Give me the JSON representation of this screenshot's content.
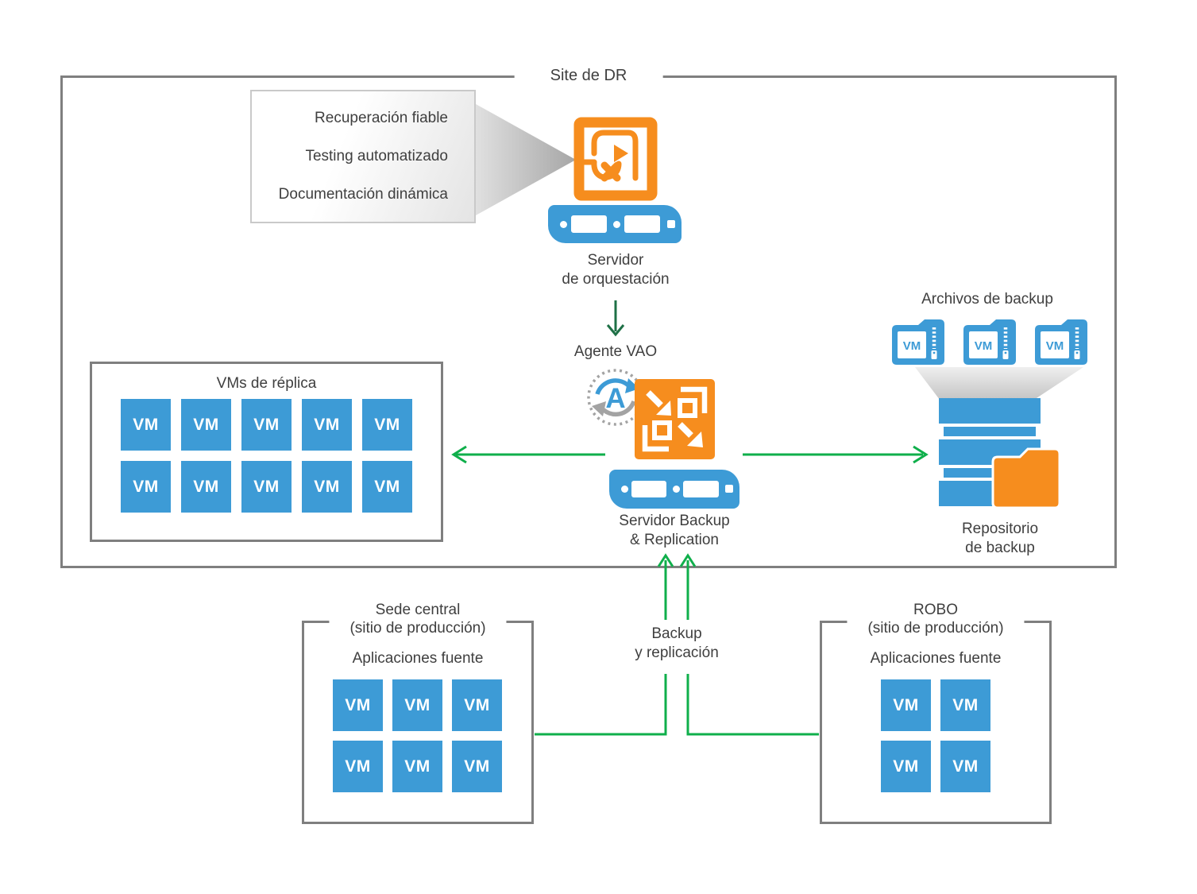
{
  "colors": {
    "blue": "#3D9BD6",
    "orange": "#F68D1E",
    "green": "#0FAF4B",
    "green-dark": "#1E7046",
    "border-gray": "#7F7F7F",
    "text": "#3F3F3F",
    "badge-gray": "#A3A3A3"
  },
  "labels": {
    "vm": "VM"
  },
  "dr_site": {
    "title": "Site de DR",
    "callout_items": [
      "Recuperación fiable",
      "Testing automatizado",
      "Documentación dinámica"
    ],
    "orchestration_label": [
      "Servidor",
      "de orquestación"
    ],
    "vao_agent_label": "Agente VAO",
    "backup_server_label": [
      "Servidor Backup",
      "& Replication"
    ],
    "replica_box_title": "VMs de réplica",
    "replica_vm_count": 10,
    "backup_files_title": "Archivos de backup",
    "backup_file_count": 3,
    "repository_label": [
      "Repositorio",
      "de backup"
    ]
  },
  "hq_site": {
    "title": [
      "Sede central",
      "(sitio de producción)"
    ],
    "subtitle": "Aplicaciones fuente",
    "vm_count": 6
  },
  "robo_site": {
    "title": [
      "ROBO",
      "(sitio de producción)"
    ],
    "subtitle": "Aplicaciones fuente",
    "vm_count": 4
  },
  "flow_label": [
    "Backup",
    "y replicación"
  ],
  "icon_names": {
    "orchestration": "runbook-icon",
    "server": "server-icon",
    "vao_badge": "vao-agent-badge-icon",
    "backup_replication": "backup-replication-icon",
    "backup_file": "zip-folder-vm-icon",
    "repository": "repository-stack-icon",
    "repository_folder": "folder-icon"
  }
}
